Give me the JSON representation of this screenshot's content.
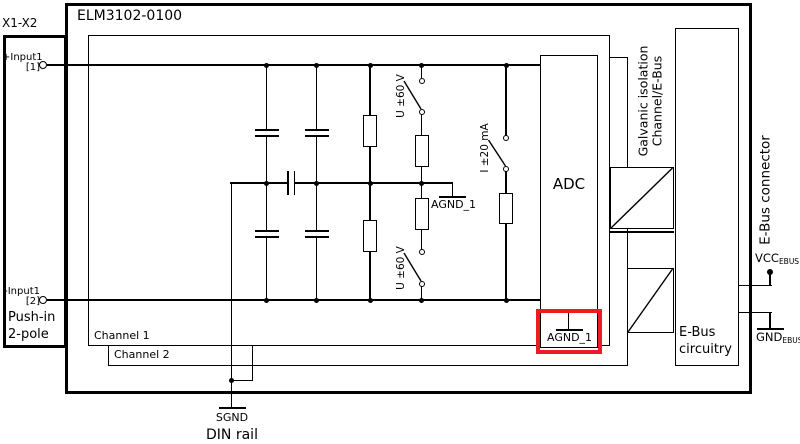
{
  "labels": {
    "title": "ELM3102-0100",
    "x1_x2": "X1-X2"
  },
  "connector": {
    "pin1_label": "+Input1",
    "pin1_num": "[1]",
    "pin2_label": "-Input1",
    "pin2_num": "[2]",
    "type_line1": "Push-in",
    "type_line2": "2-pole"
  },
  "channels": {
    "ch1_label": "Channel 1",
    "ch2_label": "Channel 2"
  },
  "switches": {
    "voltage_top": "U ±60 V",
    "voltage_bottom": "U ±60 V",
    "current": "I ±20 mA"
  },
  "grounds": {
    "agnd_mid": "AGND_1",
    "agnd_adc": "AGND_1",
    "sgnd": "SGND",
    "din_rail": "DIN rail"
  },
  "adc_label": "ADC",
  "isolation": {
    "line1": "Galvanic isolation",
    "line2": "Channel/E-Bus"
  },
  "ebus": {
    "circuitry_line1": "E-Bus",
    "circuitry_line2": "circuitry",
    "connector_label": "E-Bus connector",
    "vcc_label": "VCC",
    "vcc_sub": "EBUS",
    "gnd_label": "GND",
    "gnd_sub": "EBUS"
  },
  "colors": {
    "highlight_red": "#ED1C24",
    "line": "#000000",
    "background": "#ffffff"
  }
}
